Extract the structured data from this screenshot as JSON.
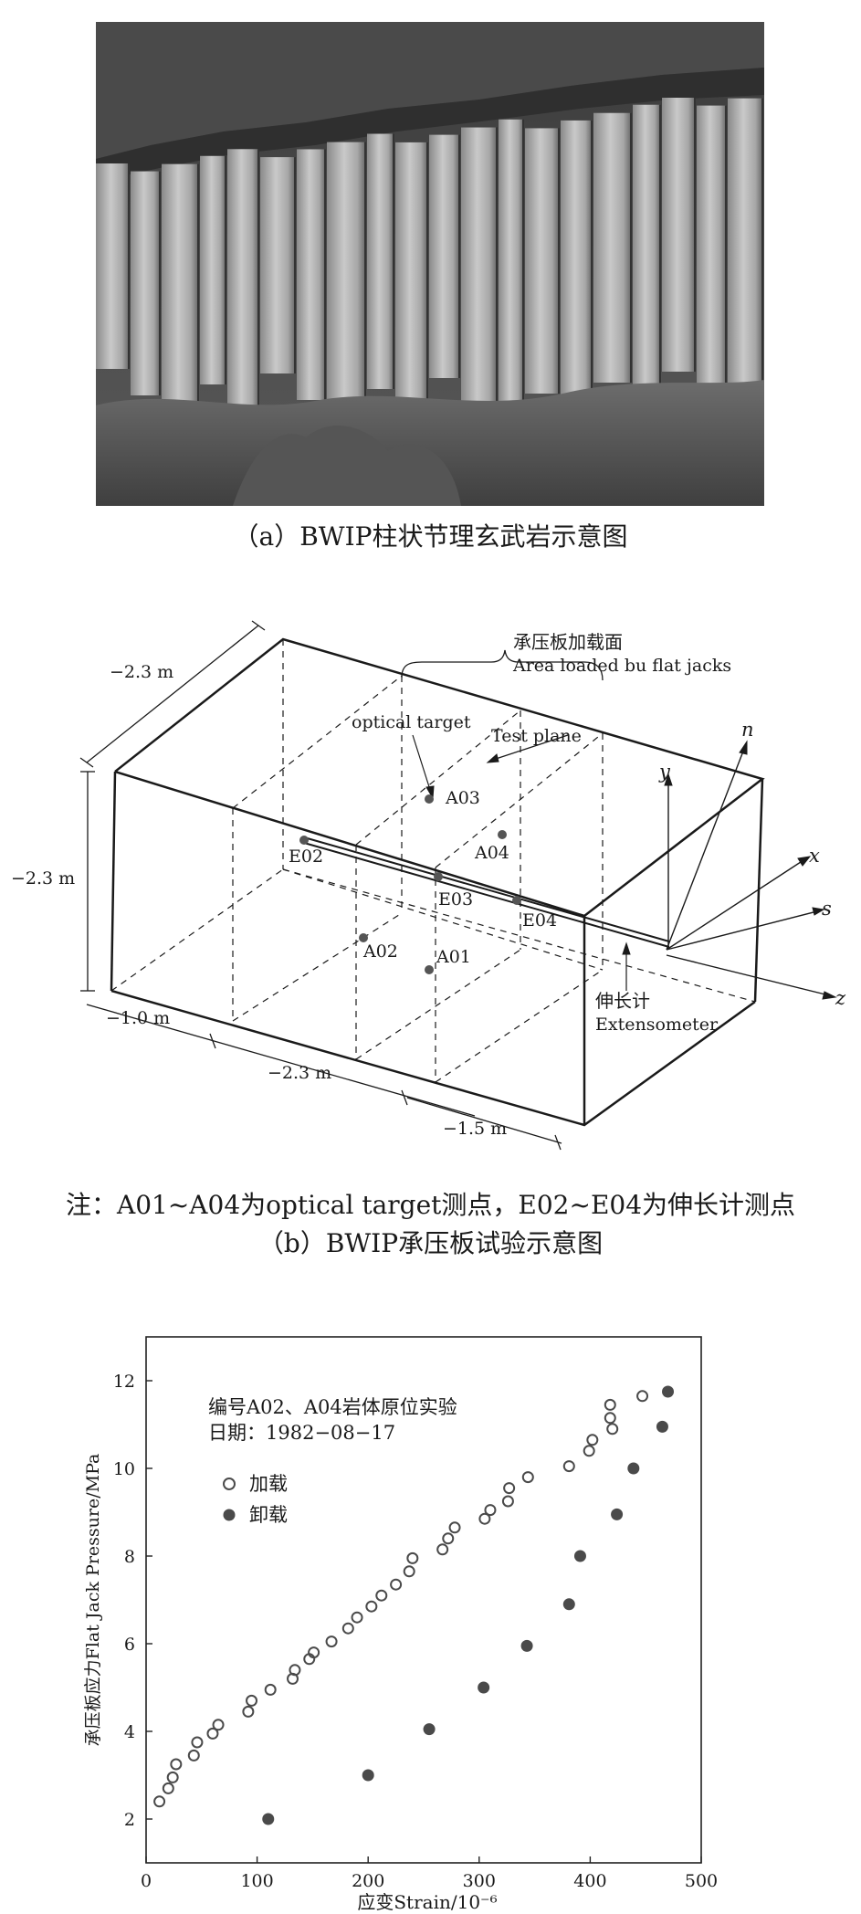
{
  "panel_a": {
    "caption": "（a）BWIP柱状节理玄武岩示意图"
  },
  "panel_b": {
    "caption": "（b）BWIP承压板试验示意图",
    "note": "注：A01~A04为optical target测点，E02~E04为伸长计测点",
    "dims": {
      "top_depth": "−2.3 m",
      "height": "−2.3 m",
      "bottom_left": "−1.0 m",
      "bottom_mid": "−2.3 m",
      "bottom_right": "−1.5 m"
    },
    "loaded_area_cn": "承压板加载面",
    "loaded_area_en": "Area loaded bu flat jacks",
    "optical_target": "optical target",
    "test_plane": "Test plane",
    "points": {
      "A01": "A01",
      "A02": "A02",
      "A03": "A03",
      "A04": "A04",
      "E02": "E02",
      "E03": "E03",
      "E04": "E04"
    },
    "extensometer_cn": "伸长计",
    "extensometer_en": "Extensometer",
    "axes": {
      "y": "y",
      "n": "n",
      "x": "x",
      "s": "s",
      "z": "z"
    }
  },
  "chart_data": {
    "type": "scatter",
    "annotation_line1": "编号A02、A04岩体原位实验",
    "annotation_line2": "日期：1982−08−17",
    "xlabel": "应变Strain/10⁻⁶",
    "ylabel": "承压板应力Flat Jack Pressure/MPa",
    "xlim": [
      0,
      500
    ],
    "ylim": [
      1,
      13
    ],
    "x_ticks": [
      "0",
      "100",
      "200",
      "300",
      "400",
      "500"
    ],
    "y_ticks": [
      "2",
      "4",
      "6",
      "8",
      "10",
      "12"
    ],
    "legend": {
      "loading": "加载",
      "unloading": "卸载",
      "position": "upper-left"
    },
    "series": [
      {
        "name": "加载",
        "marker": "open-circle",
        "points": [
          [
            12,
            2.4
          ],
          [
            20,
            2.7
          ],
          [
            24,
            2.95
          ],
          [
            27,
            3.25
          ],
          [
            43,
            3.45
          ],
          [
            46,
            3.75
          ],
          [
            60,
            3.95
          ],
          [
            65,
            4.15
          ],
          [
            92,
            4.45
          ],
          [
            95,
            4.7
          ],
          [
            112,
            4.95
          ],
          [
            132,
            5.2
          ],
          [
            134,
            5.4
          ],
          [
            147,
            5.65
          ],
          [
            151,
            5.8
          ],
          [
            167,
            6.05
          ],
          [
            182,
            6.35
          ],
          [
            190,
            6.6
          ],
          [
            203,
            6.85
          ],
          [
            212,
            7.1
          ],
          [
            225,
            7.35
          ],
          [
            237,
            7.65
          ],
          [
            240,
            7.95
          ],
          [
            267,
            8.15
          ],
          [
            272,
            8.4
          ],
          [
            278,
            8.65
          ],
          [
            305,
            8.85
          ],
          [
            310,
            9.05
          ],
          [
            326,
            9.25
          ],
          [
            327,
            9.55
          ],
          [
            344,
            9.8
          ],
          [
            381,
            10.05
          ],
          [
            399,
            10.4
          ],
          [
            402,
            10.65
          ],
          [
            418,
            11.15
          ],
          [
            420,
            10.9
          ],
          [
            418,
            11.45
          ],
          [
            447,
            11.65
          ]
        ]
      },
      {
        "name": "卸载",
        "marker": "filled-circle",
        "points": [
          [
            110,
            2.0
          ],
          [
            200,
            3.0
          ],
          [
            255,
            4.05
          ],
          [
            304,
            5.0
          ],
          [
            343,
            5.95
          ],
          [
            381,
            6.9
          ],
          [
            391,
            8.0
          ],
          [
            424,
            8.95
          ],
          [
            439,
            10.0
          ],
          [
            465,
            10.95
          ],
          [
            470,
            11.75
          ]
        ]
      }
    ],
    "colors": {
      "marker": "#4a4a4a",
      "axis": "#222222"
    }
  }
}
